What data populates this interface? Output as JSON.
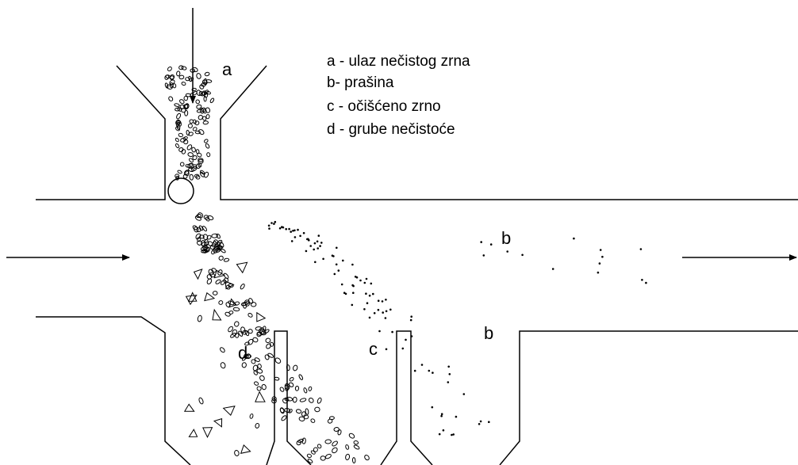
{
  "colors": {
    "line": "#000000",
    "background": "#ffffff"
  },
  "labels": {
    "a": "a",
    "b1": "b",
    "b2": "b",
    "c": "c",
    "d": "d"
  },
  "legend": [
    "a - ulaz nečistog zrna",
    "b- prašina",
    "c - očišćeno zrno",
    "d - grube nečistoće"
  ]
}
